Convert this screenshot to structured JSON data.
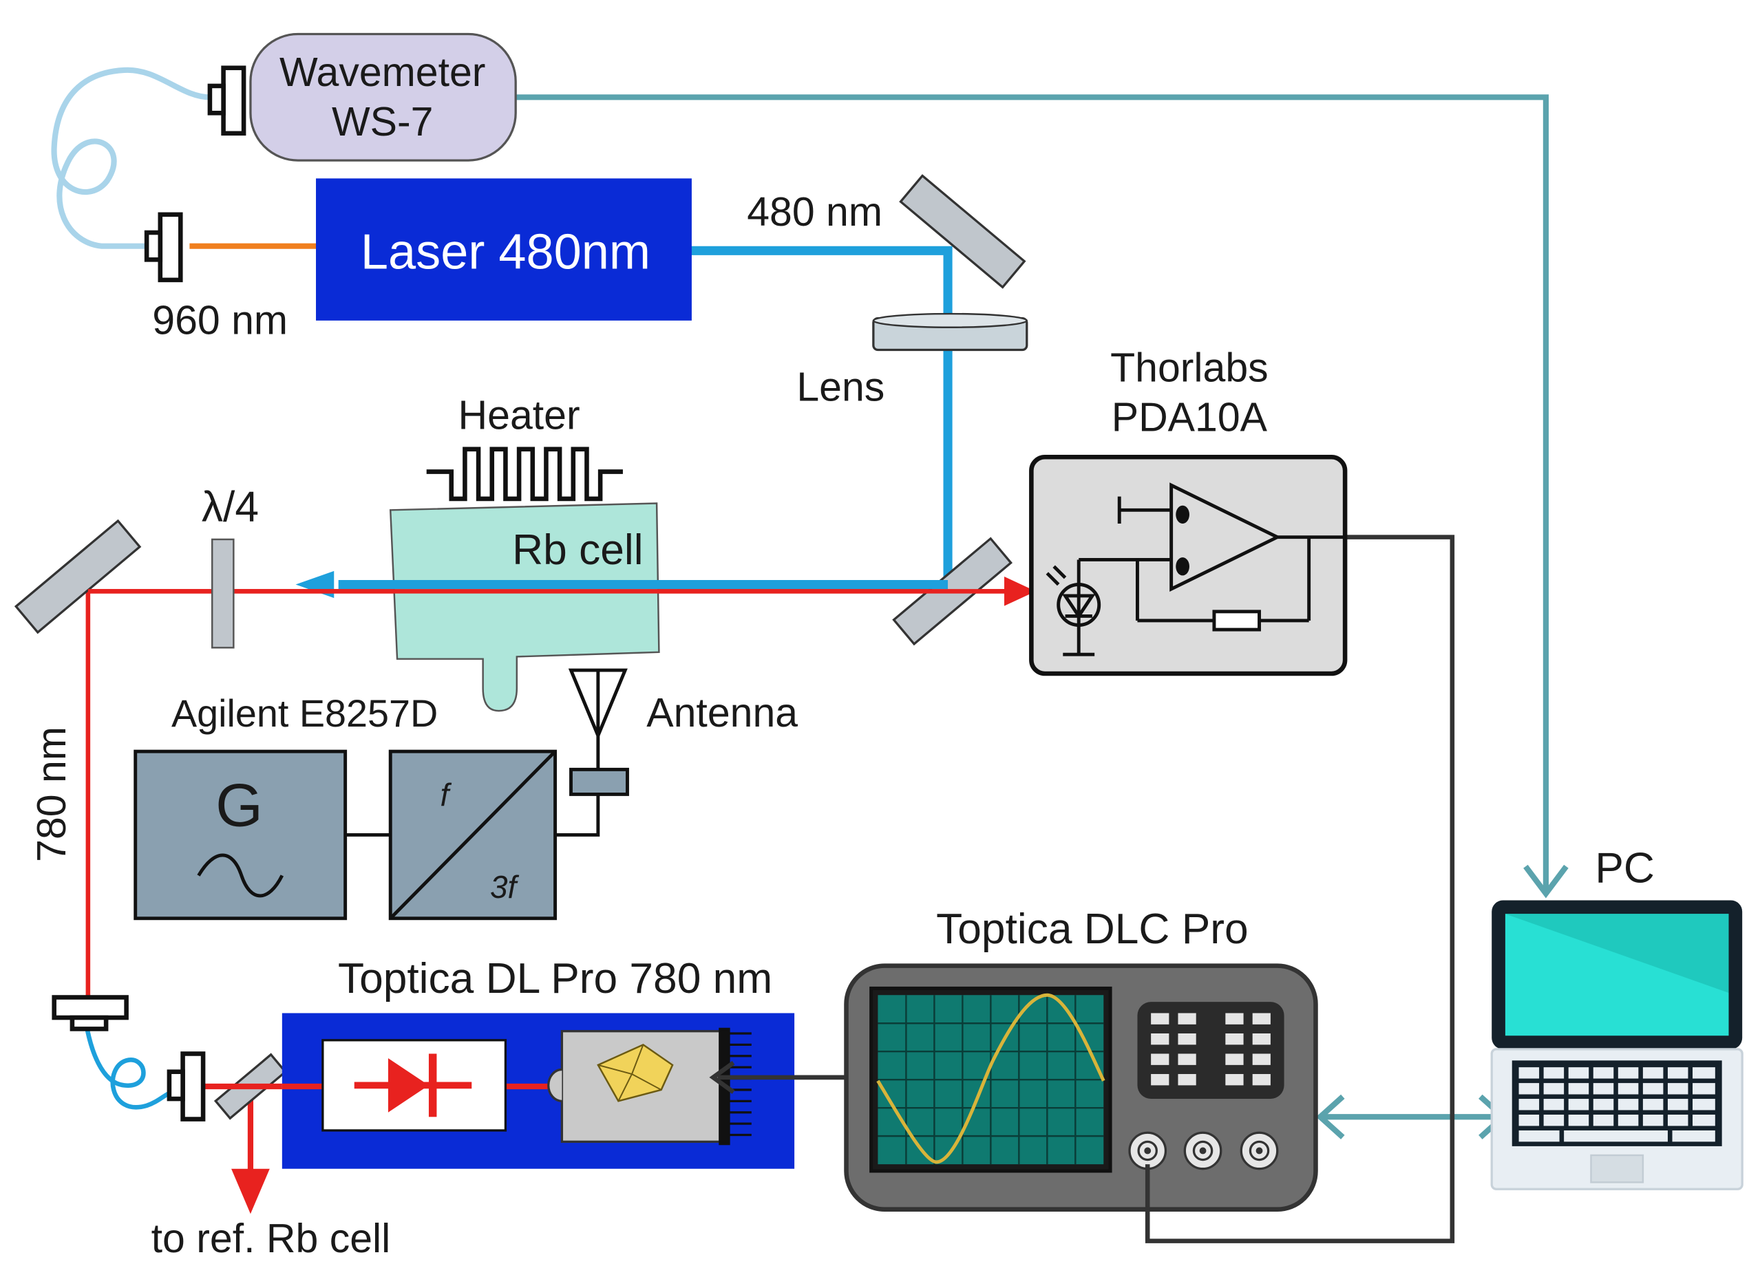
{
  "wavemeter": {
    "line1": "Wavemeter",
    "line2": "WS-7"
  },
  "laser480": {
    "label": "Laser 480nm"
  },
  "beams": {
    "blue_label": "480 nm",
    "ir_label": "960 nm",
    "red_label": "780 nm"
  },
  "lens": {
    "label": "Lens"
  },
  "heater": {
    "label": "Heater"
  },
  "rb_cell": {
    "label": "Rb cell"
  },
  "waveplate": {
    "label": "λ/4"
  },
  "photodetector": {
    "line1": "Thorlabs",
    "line2": "PDA10A"
  },
  "generator": {
    "title": "Agilent E8257D",
    "g_symbol": "G",
    "mult_in": "f",
    "mult_out": "3f"
  },
  "antenna": {
    "label": "Antenna"
  },
  "pc": {
    "label": "PC"
  },
  "controller": {
    "label": "Toptica DLC Pro"
  },
  "laser780": {
    "label": "Toptica DL Pro 780 nm"
  },
  "reference": {
    "label": "to ref. Rb cell"
  },
  "colors": {
    "blue_beam": "#1ea0dc",
    "red_beam": "#e8221f",
    "ir_beam": "#f07f1e",
    "data_link": "#5ba3ad",
    "laser_box": "#0a2bd6",
    "rb_cell_fill": "#aee6da",
    "wavemeter_fill": "#d3cfe8",
    "generator_fill": "#8aa0b0"
  }
}
